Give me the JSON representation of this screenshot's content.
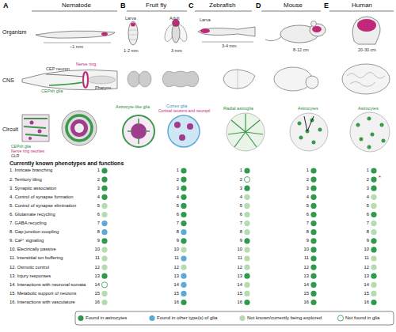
{
  "diagram": {
    "labels": [
      "A",
      "Nematode",
      "B",
      "Fruit fly",
      "C",
      "Zebrafish",
      "D",
      "Mouse",
      "E",
      "Human",
      "Organism",
      "CNS",
      "Circuit",
      "~1 mm",
      "Larva",
      "Adult",
      "1-2 mm",
      "3 mm",
      "Larva",
      "3-4 mm",
      "8-12 cm",
      "20-30 cm",
      "CEP neuron",
      "Nerve ring",
      "Pharynx",
      "CEPsh glia",
      "CEPsh glia",
      "Nerve ring neurites",
      "GLR",
      "Astrocyte-like glia",
      "Cortex glia",
      "Cortical neurons and neuropil",
      "Radial astroglia",
      "Astrocytes",
      "Astrocytes",
      "Currently known phenotypes and functions",
      "1. Intricate branching",
      "2. Territory tiling",
      "3. Synaptic association",
      "4. Control of synapse formation",
      "5. Control of synapse elimination",
      "6. Glutamate recycling",
      "7. GABA recycling",
      "8. Gap junction coupling",
      "9. Ca²⁺ signaling",
      "10. Electrically passive",
      "11. Interstitial ion buffering",
      "12. Osmotic control",
      "13. Injury responses",
      "14. Interactions with neuronal somata",
      "15. Metabolic support of neurons",
      "16. Interactions with vasculature",
      "1",
      "2",
      "3",
      "4",
      "5",
      "6",
      "7",
      "8",
      "9",
      "10",
      "11",
      "12",
      "13",
      "14",
      "15",
      "16",
      "1",
      "2",
      "3",
      "4",
      "5",
      "6",
      "7",
      "8",
      "9",
      "10",
      "11",
      "12",
      "13",
      "14",
      "15",
      "16",
      "1",
      "2",
      "3",
      "4",
      "5",
      "6",
      "7",
      "8",
      "9",
      "10",
      "11",
      "12",
      "13",
      "14",
      "15",
      "16",
      "1",
      "2",
      "3",
      "4",
      "5",
      "6",
      "7",
      "8",
      "9",
      "10",
      "11",
      "12",
      "13",
      "14",
      "15",
      "16",
      "1",
      "2",
      "3",
      "4",
      "5",
      "6",
      "7",
      "8",
      "9",
      "10",
      "11",
      "12",
      "13",
      "14",
      "15",
      "16",
      "*"
    ],
    "legend": [
      {
        "text": "Found in astrocytes",
        "color": "#2f9a4c"
      },
      {
        "text": "Found in other type(s) of glia",
        "color": "#5fa9d8"
      },
      {
        "text": "Not known/currently being explored",
        "color": "#b5dbb0"
      },
      {
        "text": "Not found in glia"
      }
    ]
  }
}
